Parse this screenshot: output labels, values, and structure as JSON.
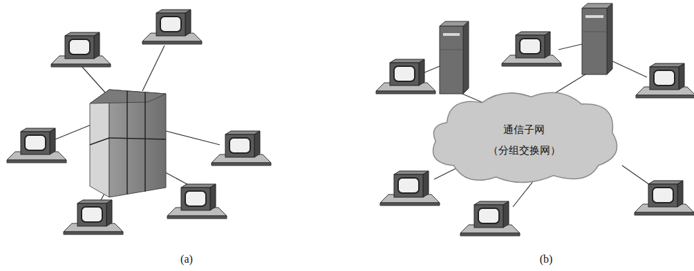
{
  "diagram": {
    "nodes": [
      {
        "text": [
          "通信子网",
          "（分组交换网）"
        ]
      }
    ],
    "labels": [
      "(a)",
      "(b)"
    ]
  }
}
